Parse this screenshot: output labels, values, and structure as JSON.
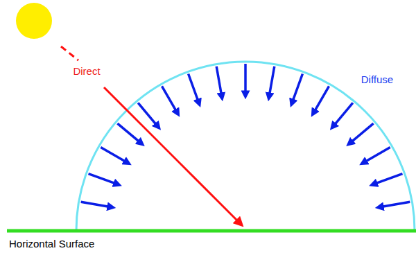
{
  "diagram": {
    "labels": [
      "Direct",
      "Diffuse",
      "Horizontal Surface"
    ]
  }
}
